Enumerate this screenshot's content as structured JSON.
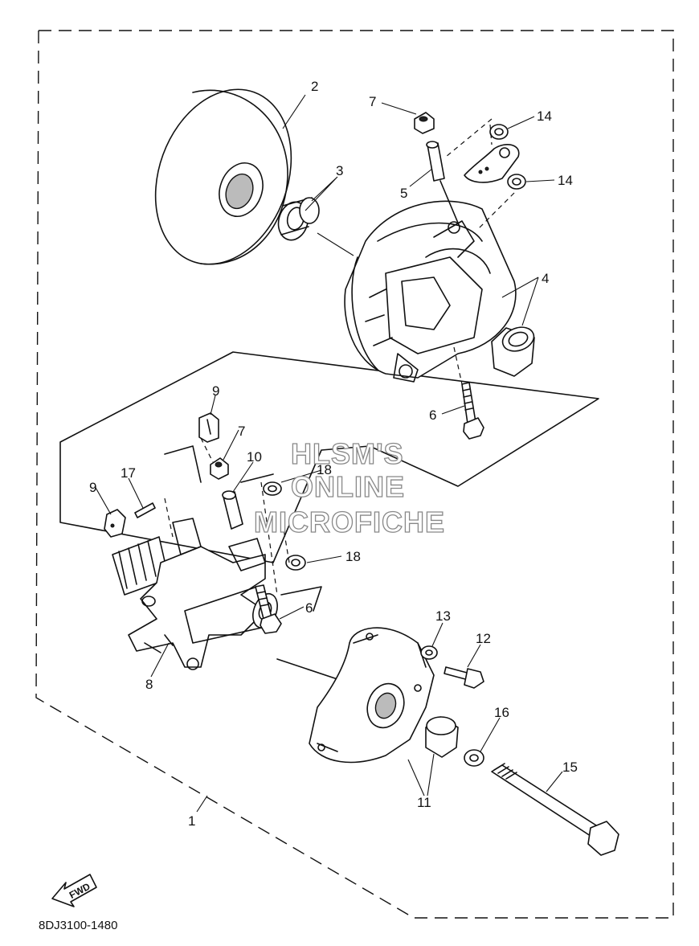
{
  "diagram": {
    "part_code": "8DJ3100-1480",
    "fwd_label": "FWD",
    "watermark": {
      "line1": "HLSM'S",
      "line2": "ONLINE",
      "line3": "MICROFICHE"
    },
    "callouts": {
      "c1": "1",
      "c2": "2",
      "c3": "3",
      "c4": "4",
      "c5": "5",
      "c6a": "6",
      "c6b": "6",
      "c7a": "7",
      "c7b": "7",
      "c8": "8",
      "c9a": "9",
      "c9b": "9",
      "c10": "10",
      "c11": "11",
      "c12": "12",
      "c13": "13",
      "c14a": "14",
      "c14b": "14",
      "c15": "15",
      "c16": "16",
      "c17": "17",
      "c18a": "18",
      "c18b": "18"
    }
  }
}
